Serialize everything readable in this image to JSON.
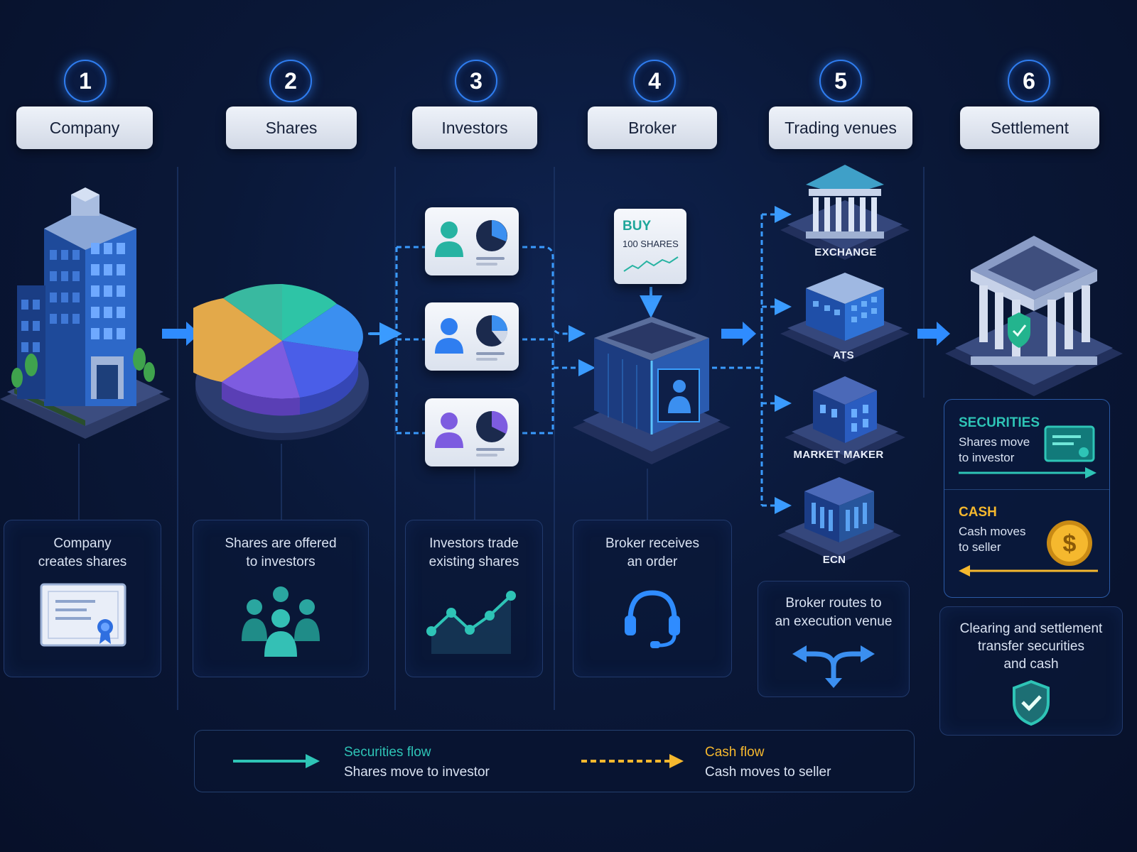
{
  "stages": [
    {
      "num": "1",
      "label": "Company"
    },
    {
      "num": "2",
      "label": "Shares"
    },
    {
      "num": "3",
      "label": "Investors"
    },
    {
      "num": "4",
      "label": "Broker"
    },
    {
      "num": "5",
      "label": "Trading venues"
    },
    {
      "num": "6",
      "label": "Settlement"
    }
  ],
  "descriptions": [
    {
      "line1": "Company",
      "line2": "creates shares",
      "icon": "certificate-icon"
    },
    {
      "line1": "Shares are offered",
      "line2": "to investors",
      "icon": "group-icon"
    },
    {
      "line1": "Investors trade",
      "line2": "existing shares",
      "icon": "line-chart-icon"
    },
    {
      "line1": "Broker receives",
      "line2": "an order",
      "icon": "headset-icon"
    },
    {
      "line1": "Broker routes to",
      "line2": "an execution venue",
      "icon": "split-arrows-icon"
    },
    {
      "line1": "Clearing and settlement",
      "line2": "transfer securities",
      "line3": "and cash",
      "icon": "shield-check-icon"
    }
  ],
  "order_card": {
    "action": "BUY",
    "quantity": "100 SHARES"
  },
  "venues": [
    "EXCHANGE",
    "ATS",
    "MARKET MAKER",
    "ECN"
  ],
  "settlement": {
    "securities": {
      "title": "SECURITIES",
      "line1": "Shares move",
      "line2": "to investor"
    },
    "cash": {
      "title": "CASH",
      "line1": "Cash moves",
      "line2": "to seller"
    }
  },
  "legend": {
    "securities": {
      "title": "Securities flow",
      "desc": "Shares move to investor"
    },
    "cash": {
      "title": "Cash flow",
      "desc": "Cash moves to seller"
    }
  },
  "colors": {
    "background": "#0a1838",
    "accent_blue": "#2f8cff",
    "securities_teal": "#2ec4b6",
    "cash_gold": "#f5b82e"
  },
  "icons": {
    "company": "office-building-icon",
    "shares": "pie-chart-icon",
    "broker": "broker-terminal-icon",
    "settlement": "clearing-house-icon"
  }
}
